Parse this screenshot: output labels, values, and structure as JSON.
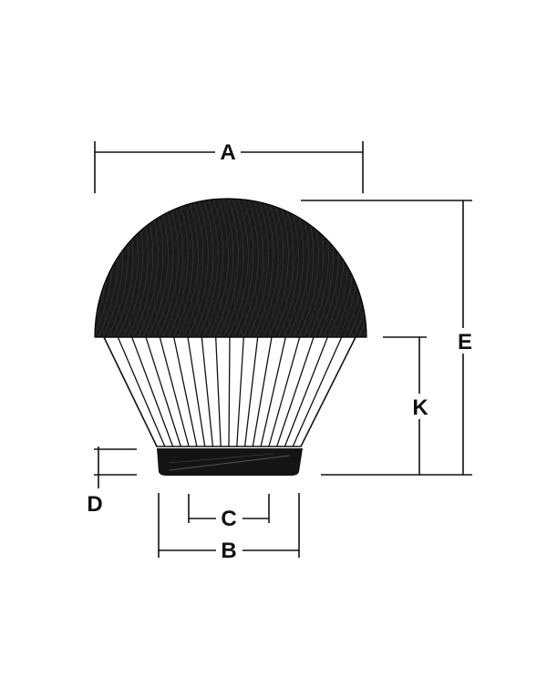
{
  "diagram": {
    "labels": {
      "a": "A",
      "b": "B",
      "c": "C",
      "d": "D",
      "e": "E",
      "k": "K"
    },
    "colors": {
      "ink": "#111111",
      "dome": "#1a1a1a",
      "base": "#141414",
      "background": "#ffffff"
    }
  }
}
